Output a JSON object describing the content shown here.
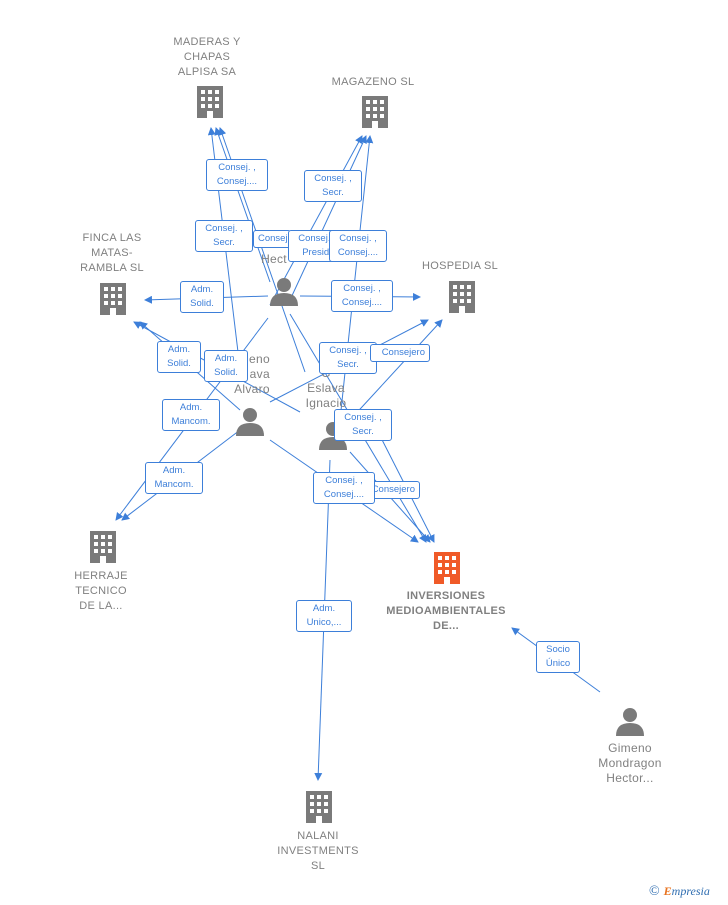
{
  "colors": {
    "edge": "#3d7fd9",
    "node": "#7a7a7a",
    "main_node": "#f05a28"
  },
  "nodes": {
    "maderas": {
      "label": "MADERAS Y\nCHAPAS\nALPISA SA"
    },
    "magazeno": {
      "label": "MAGAZENO  SL"
    },
    "finca": {
      "label": "FINCA LAS\nMATAS-\nRAMBLA  SL"
    },
    "hospedia": {
      "label": "HOSPEDIA  SL"
    },
    "herraje": {
      "label": "HERRAJE\nTECNICO\nDE LA..."
    },
    "inversiones": {
      "label": "INVERSIONES\nMEDIOAMBIENTALES\nDE..."
    },
    "nalani": {
      "label": "NALANI\nINVESTMENTS\nSL"
    },
    "gimeno_hector_partial": {
      "label": "Hect"
    },
    "gimeno_alvaro_partial": {
      "label": "eno\nava\nAlvaro"
    },
    "gimeno_ignacio_partial": {
      "label": "G\nEslava\nIgnacio"
    },
    "gimeno_mondragon": {
      "label": "Gimeno\nMondragon\nHector..."
    }
  },
  "edge_labels": {
    "e1": "Consej. ,\nConsej....",
    "e2": "Consej. ,\nSecr.",
    "e3": "Consej. ,\nSecr.",
    "e4": "Consejero",
    "e5": "Consej. ,\nPresid.",
    "e6": "Consej. ,\nConsej....",
    "e7": "Adm.\nSolid.",
    "e8": "Consej. ,\nConsej....",
    "e9": "Adm.\nSolid.",
    "e10": "Adm.\nSolid.",
    "e11": "Consej. ,\nSecr.",
    "e12": "Consejero",
    "e13": "Adm.\nMancom.",
    "e14": "Consej. ,\nSecr.",
    "e15": "Adm.\nMancom.",
    "e16": "Consej. ,\nConsej....",
    "e17": "Consejero",
    "e18": "Adm.\nUnico,...",
    "e19": "Socio\nÚnico"
  },
  "brand": {
    "copyright": "©",
    "name_first": "E",
    "name_rest": "mpresia"
  }
}
